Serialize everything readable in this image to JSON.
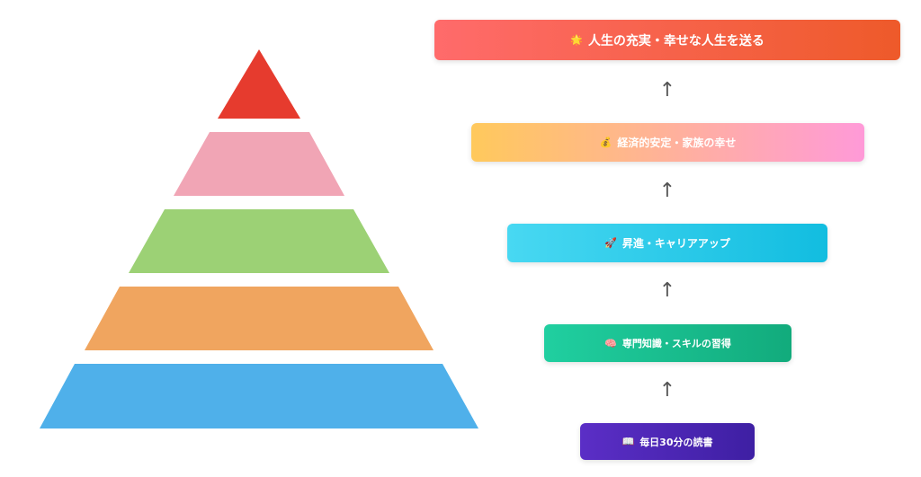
{
  "pyramid": {
    "layers": [
      {
        "level": 5,
        "color": "#e63b2e"
      },
      {
        "level": 4,
        "color": "#f1a5b5"
      },
      {
        "level": 3,
        "color": "#9cd175"
      },
      {
        "level": 2,
        "color": "#f0a55f"
      },
      {
        "level": 1,
        "color": "#4fb0ea"
      }
    ]
  },
  "steps": [
    {
      "level": 5,
      "icon": "glowing-star-icon",
      "emoji": "🌟",
      "label": "人生の充実・幸せな人生を送る"
    },
    {
      "level": 4,
      "icon": "money-bag-icon",
      "emoji": "💰",
      "label": "経済的安定・家族の幸せ"
    },
    {
      "level": 3,
      "icon": "rocket-icon",
      "emoji": "🚀",
      "label": "昇進・キャリアアップ"
    },
    {
      "level": 2,
      "icon": "brain-icon",
      "emoji": "🧠",
      "label": "専門知識・スキルの習得"
    },
    {
      "level": 1,
      "icon": "open-book-icon",
      "emoji": "📖",
      "label": "毎日30分の読書"
    }
  ],
  "arrow_glyph": "↑"
}
